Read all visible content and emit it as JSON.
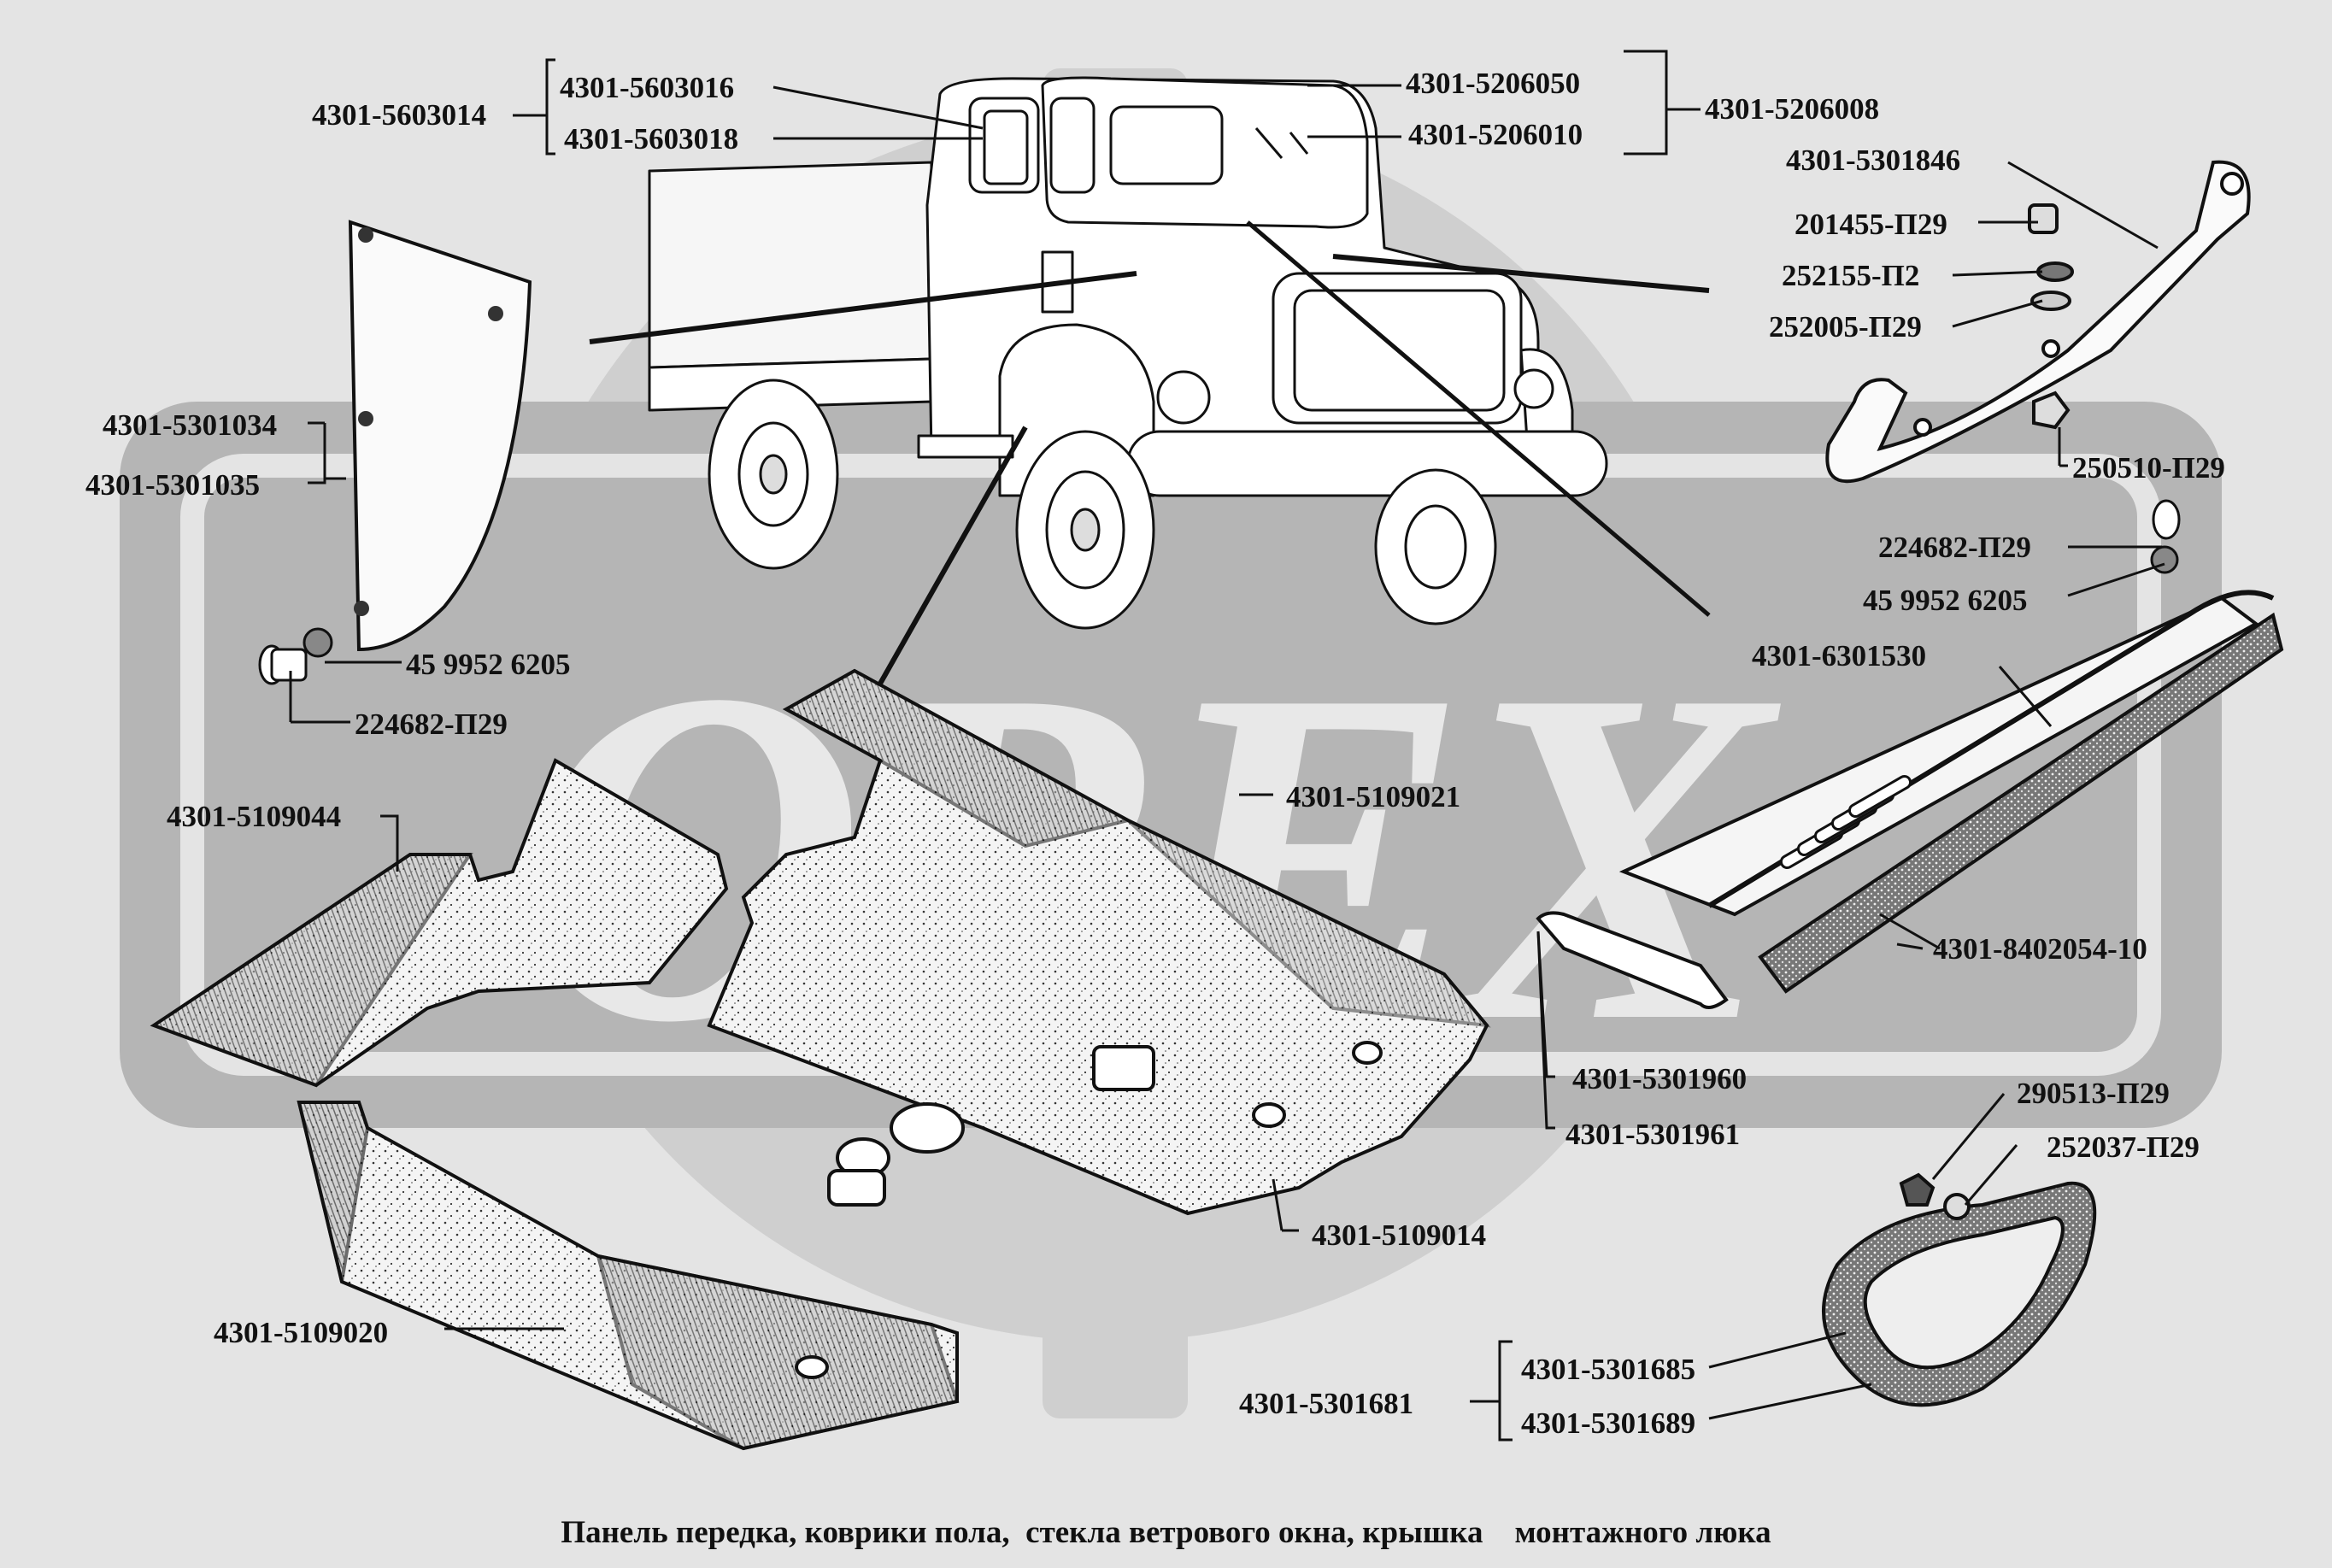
{
  "watermark": "OREX",
  "labels": {
    "l5603014": "4301-5603014",
    "l5603016": "4301-5603016",
    "l5603018": "4301-5603018",
    "l5206050": "4301-5206050",
    "l5206010": "4301-5206010",
    "l5206008": "4301-5206008",
    "l5301846": "4301-5301846",
    "l201455": "201455-П29",
    "l252155": "252155-П2",
    "l252005": "252005-П29",
    "l250510": "250510-П29",
    "l224682a": "224682-П29",
    "l459952a": "45 9952 6205",
    "l6301530": "4301-6301530",
    "l5301034": "4301-5301034",
    "l5301035": "4301-5301035",
    "l459952b": "45 9952 6205",
    "l224682b": "224682-П29",
    "l5109044": "4301-5109044",
    "l5109021": "4301-5109021",
    "l8402054": "4301-8402054-10",
    "l5301960": "4301-5301960",
    "l5301961": "4301-5301961",
    "l290513": "290513-П29",
    "l252037": "252037-П29",
    "l5109014": "4301-5109014",
    "l5109020": "4301-5109020",
    "l5301685": "4301-5301685",
    "l5301689": "4301-5301689",
    "l5301681": "4301-5301681"
  },
  "caption": "Панель передка, коврики пола,  стекла ветрового окна, крышка    монтажного люка"
}
